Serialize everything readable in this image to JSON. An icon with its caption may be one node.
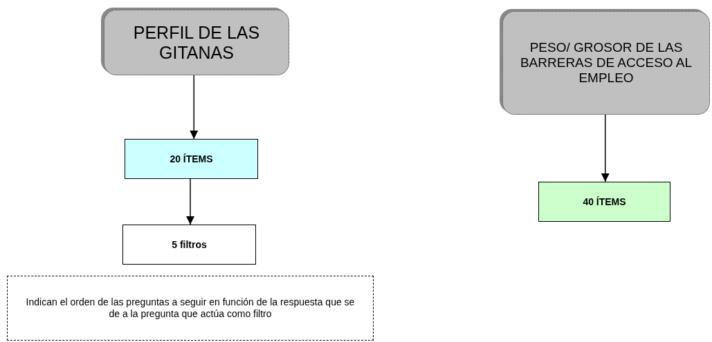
{
  "diagram": {
    "nodes": [
      {
        "text": [
          "PERFIL DE LAS GITANAS"
        ]
      },
      {
        "text": [
          "20 ÍTEMS"
        ]
      },
      {
        "text": [
          "5 filtros"
        ]
      },
      {
        "text": [
          "Indican el orden de las preguntas a seguir en función de la respuesta que se de a la pregunta que actúa como filtro"
        ]
      },
      {
        "text": [
          "PESO/ GROSOR DE LAS BARRERAS DE ACCESO AL EMPLEO"
        ]
      },
      {
        "text": [
          "40 ÍTEMS"
        ]
      }
    ],
    "edges": [
      {
        "from": 0,
        "to": 1,
        "arrow": "to"
      },
      {
        "from": 1,
        "to": 2,
        "arrow": "to"
      },
      {
        "from": 4,
        "to": 5,
        "arrow": "to"
      }
    ]
  }
}
